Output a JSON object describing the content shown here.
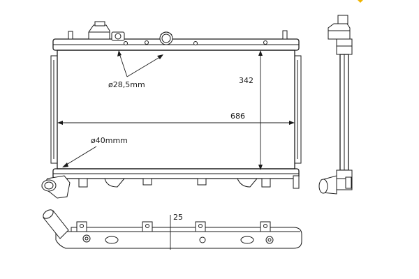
{
  "labels": {
    "pipe_small_diameter": "ø28,5mm",
    "pipe_large_diameter": "ø40mmm",
    "height": "342",
    "width": "686",
    "thickness": "25"
  },
  "colors": {
    "line": "#1a1a1a",
    "background": "#ffffff",
    "corner_mark": "#f0b400"
  }
}
